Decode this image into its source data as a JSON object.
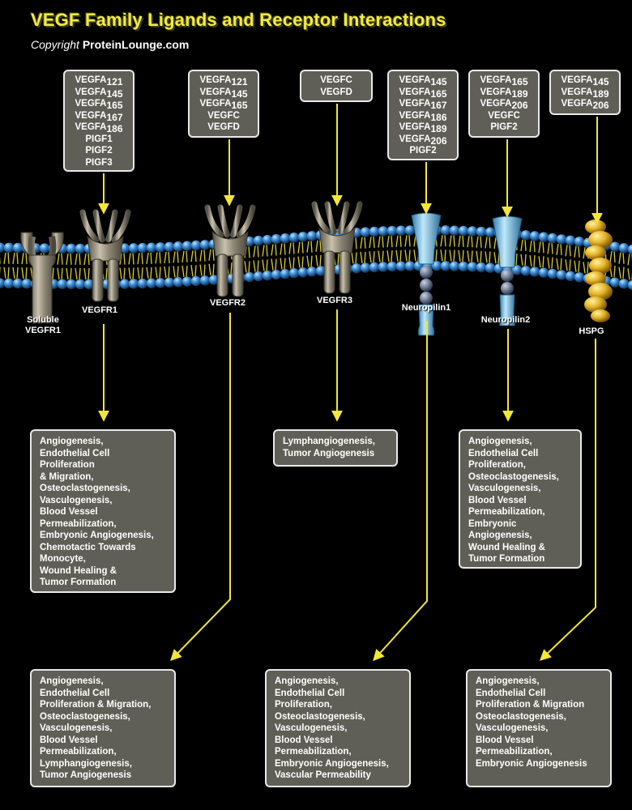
{
  "header": {
    "title": "VEGF Family Ligands and Receptor Interactions",
    "copyright_word": "Copyright",
    "copyright_site": "ProteinLounge.com"
  },
  "ligand_boxes": [
    {
      "id": "vegfr1",
      "items": [
        {
          "name": "VEGFA",
          "sub": "121"
        },
        {
          "name": "VEGFA",
          "sub": "145"
        },
        {
          "name": "VEGFA",
          "sub": "165"
        },
        {
          "name": "VEGFA",
          "sub": "167"
        },
        {
          "name": "VEGFA",
          "sub": "186"
        },
        {
          "name": "PIGF1",
          "sub": ""
        },
        {
          "name": "PIGF2",
          "sub": ""
        },
        {
          "name": "PIGF3",
          "sub": ""
        }
      ]
    },
    {
      "id": "vegfr2",
      "items": [
        {
          "name": "VEGFA",
          "sub": "121"
        },
        {
          "name": "VEGFA",
          "sub": "145"
        },
        {
          "name": "VEGFA",
          "sub": "165"
        },
        {
          "name": "VEGFC",
          "sub": ""
        },
        {
          "name": "VEGFD",
          "sub": ""
        }
      ]
    },
    {
      "id": "vegfr3",
      "items": [
        {
          "name": "VEGFC",
          "sub": ""
        },
        {
          "name": "VEGFD",
          "sub": ""
        }
      ]
    },
    {
      "id": "nrp1",
      "items": [
        {
          "name": "VEGFA",
          "sub": "145"
        },
        {
          "name": "VEGFA",
          "sub": "165"
        },
        {
          "name": "VEGFA",
          "sub": "167"
        },
        {
          "name": "VEGFA",
          "sub": "186"
        },
        {
          "name": "VEGFA",
          "sub": "189"
        },
        {
          "name": "VEGFA",
          "sub": "206"
        },
        {
          "name": "PIGF2",
          "sub": ""
        }
      ]
    },
    {
      "id": "nrp2",
      "items": [
        {
          "name": "VEGFA",
          "sub": "165"
        },
        {
          "name": "VEGFA",
          "sub": "189"
        },
        {
          "name": "VEGFA",
          "sub": "206"
        },
        {
          "name": "VEGFC",
          "sub": ""
        },
        {
          "name": "PIGF2",
          "sub": ""
        }
      ]
    },
    {
      "id": "hspg",
      "items": [
        {
          "name": "VEGFA",
          "sub": "145"
        },
        {
          "name": "VEGFA",
          "sub": "189"
        },
        {
          "name": "VEGFA",
          "sub": "206"
        }
      ]
    }
  ],
  "receptors": {
    "soluble_vegfr1": [
      "Soluble",
      "VEGFR1"
    ],
    "vegfr1": "VEGFR1",
    "vegfr2": "VEGFR2",
    "vegfr3": "VEGFR3",
    "nrp1": "Neuropilin1",
    "nrp2": "Neuropilin2",
    "hspg": "HSPG"
  },
  "outcome_boxes": [
    {
      "id": "vegfr1",
      "lines": [
        "Angiogenesis,",
        "Endothelial Cell",
        "Proliferation",
        "& Migration,",
        "Osteoclastogenesis,",
        "Vasculogenesis,",
        "Blood Vessel",
        "Permeabilization,",
        "Embryonic Angiogenesis,",
        "Chemotactic Towards",
        "Monocyte,",
        "Wound Healing &",
        "Tumor Formation"
      ]
    },
    {
      "id": "vegfr3",
      "lines": [
        "Lymphangiogenesis,",
        "Tumor Angiogenesis"
      ]
    },
    {
      "id": "nrp2",
      "lines": [
        "Angiogenesis,",
        "Endothelial Cell",
        "Proliferation,",
        "Osteoclastogenesis,",
        "Vasculogenesis,",
        "Blood Vessel",
        "Permeabilization,",
        "Embryonic",
        "Angiogenesis,",
        "Wound Healing &",
        "Tumor Formation"
      ]
    },
    {
      "id": "vegfr2",
      "lines": [
        "Angiogenesis,",
        "Endothelial Cell",
        "Proliferation & Migration,",
        "Osteoclastogenesis,",
        "Vasculogenesis,",
        "Blood Vessel",
        "Permeabilization,",
        "Lymphangiogenesis,",
        "Tumor Angiogenesis"
      ]
    },
    {
      "id": "nrp1",
      "lines": [
        "Angiogenesis,",
        "Endothelial Cell",
        "Proliferation,",
        "Osteoclastogenesis,",
        "Vasculogenesis,",
        "Blood Vessel",
        "Permeabilization,",
        "Embryonic Angiogenesis,",
        "Vascular Permeability"
      ]
    },
    {
      "id": "hspg",
      "lines": [
        "Angiogenesis,",
        "Endothelial Cell",
        "Proliferation & Migration",
        "Osteoclastogenesis,",
        "Vasculogenesis,",
        "Blood Vessel",
        "Permeabilization,",
        "Embryonic Angiogenesis"
      ]
    }
  ],
  "colors": {
    "background": "#000000",
    "title": "#f2e94a",
    "arrow": "#f2e63a",
    "box_fill": "#5f5f57",
    "box_border": "#e9e9e9",
    "membrane_head": "#3f8fd6",
    "membrane_tail": "#d8cc30",
    "neuropilin": "#7fc8ea",
    "hspg": "#e6b52a"
  }
}
